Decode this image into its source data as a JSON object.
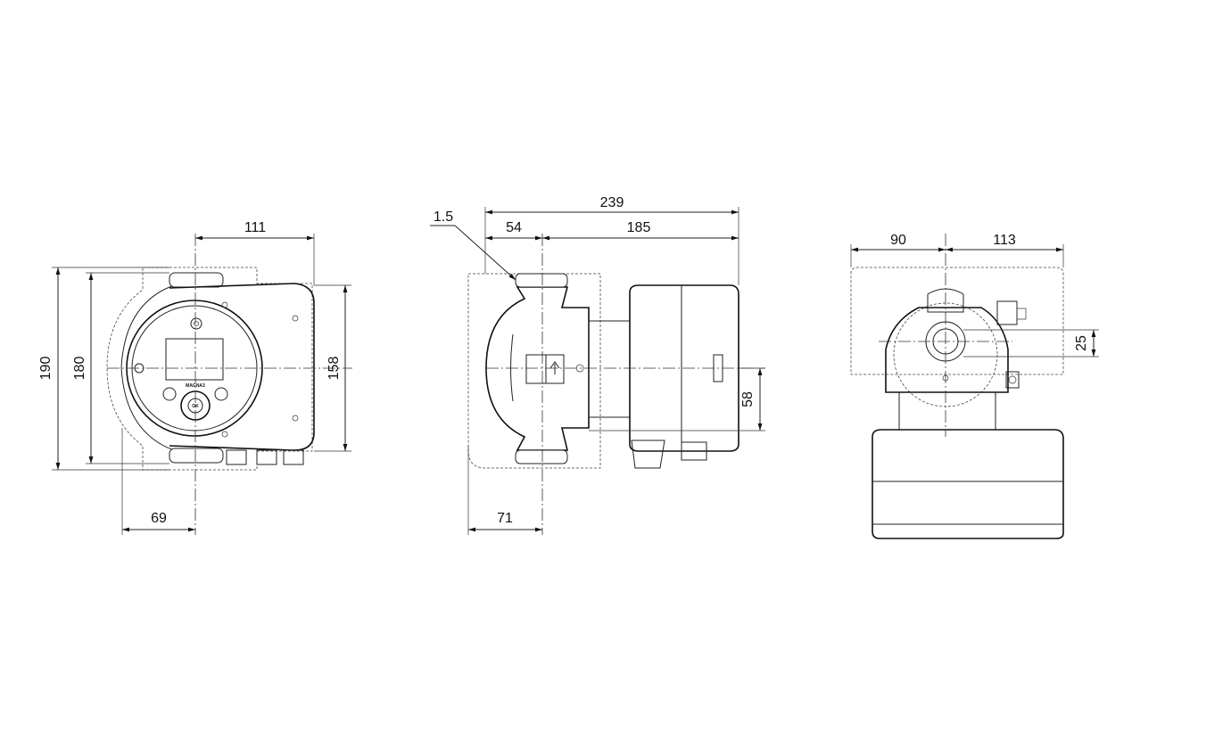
{
  "front_view": {
    "dim_width_right": "111",
    "dim_height_overall": "190",
    "dim_height_ports": "180",
    "dim_height_control": "158",
    "dim_width_left": "69",
    "brand_label": "MAGNA3",
    "ok_label": "OK"
  },
  "side_view": {
    "dim_overall_length": "239",
    "dim_pipe_offset": "54",
    "dim_motor_length": "185",
    "dim_gasket": "1.5",
    "dim_shaft_height": "58",
    "dim_base_offset": "71"
  },
  "top_view": {
    "dim_left": "90",
    "dim_right": "113",
    "dim_offset": "25"
  }
}
